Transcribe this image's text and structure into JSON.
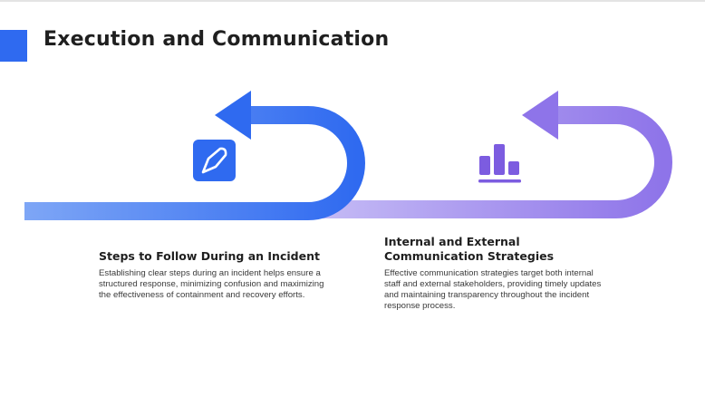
{
  "slide": {
    "title": "Execution and Communication"
  },
  "colors": {
    "accent": "#2f6af0",
    "blue_start": "#7ea6f6",
    "blue_end": "#2f6af0",
    "purple_start": "#b8acf3",
    "purple_end": "#8e74e9",
    "title": "#1f1f1f",
    "body_text": "#3a3a3a"
  },
  "steps": [
    {
      "icon": "pencil-icon",
      "heading": "Steps to Follow During an Incident",
      "body": "Establishing clear steps during an incident helps ensure a structured response, minimizing confusion and maximizing the effectiveness of containment and recovery efforts."
    },
    {
      "icon": "bar-chart-icon",
      "heading": "Internal and External Communication Strategies",
      "body": "Effective communication strategies target both internal staff and external stakeholders, providing timely updates and maintaining transparency throughout the incident response process."
    }
  ]
}
